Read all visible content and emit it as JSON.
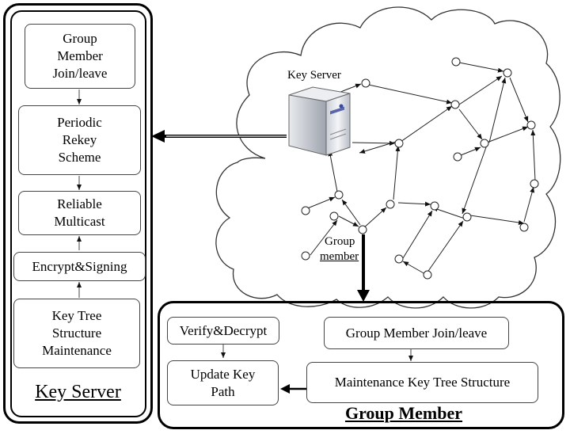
{
  "key_server_panel": {
    "title": "Key Server",
    "steps": [
      "Group\nMember\nJoin/leave",
      "Periodic\nRekey\nScheme",
      "Reliable\nMulticast",
      "Encrypt&Signing",
      "Key Tree\nStructure\nMaintenance"
    ]
  },
  "network": {
    "server_label": "Key Server",
    "member_label_line1": "Group",
    "member_label_line2": "member"
  },
  "group_member_panel": {
    "title": "Group Member",
    "steps": {
      "verify": "Verify&Decrypt",
      "update": "Update Key\nPath",
      "join": "Group Member Join/leave",
      "maintain": "Maintenance Key Tree Structure"
    }
  }
}
